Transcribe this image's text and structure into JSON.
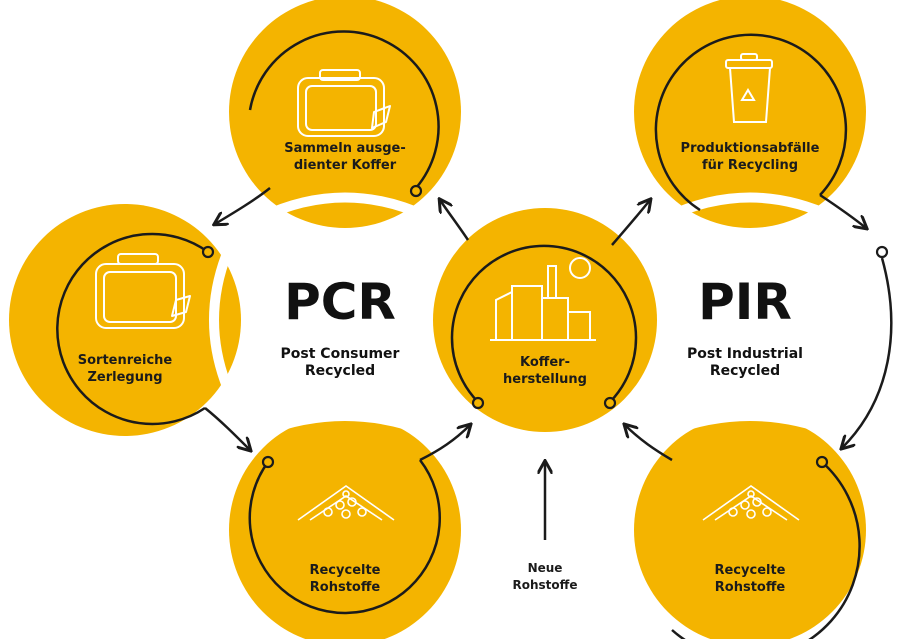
{
  "colors": {
    "accent": "#F4B400",
    "stroke": "#1b1b1b",
    "text": "#111111"
  },
  "nodes": {
    "collect": {
      "label_line1": "Sammeln ausge-",
      "label_line2": "dienter Koffer",
      "icon": "suitcase-icon"
    },
    "production_waste": {
      "label_line1": "Produktionsabfälle",
      "label_line2": "für Recycling",
      "icon": "recycle-bin-icon"
    },
    "dismantle": {
      "label_line1": "Sortenreiche",
      "label_line2": "Zerlegung",
      "icon": "suitcase-icon"
    },
    "manufacture": {
      "label_line1": "Koffer-",
      "label_line2": "herstellung",
      "icon": "factory-icon"
    },
    "recycled_pcr": {
      "label_line1": "Recycelte",
      "label_line2": "Rohstoffe",
      "icon": "granulate-icon"
    },
    "recycled_pir": {
      "label_line1": "Recycelte",
      "label_line2": "Rohstoffe",
      "icon": "granulate-icon"
    }
  },
  "pcr": {
    "abbr": "PCR",
    "line1": "Post Consumer",
    "line2": "Recycled"
  },
  "pir": {
    "abbr": "PIR",
    "line1": "Post Industrial",
    "line2": "Recycled"
  },
  "new_raw": {
    "line1": "Neue",
    "line2": "Rohstoffe"
  }
}
